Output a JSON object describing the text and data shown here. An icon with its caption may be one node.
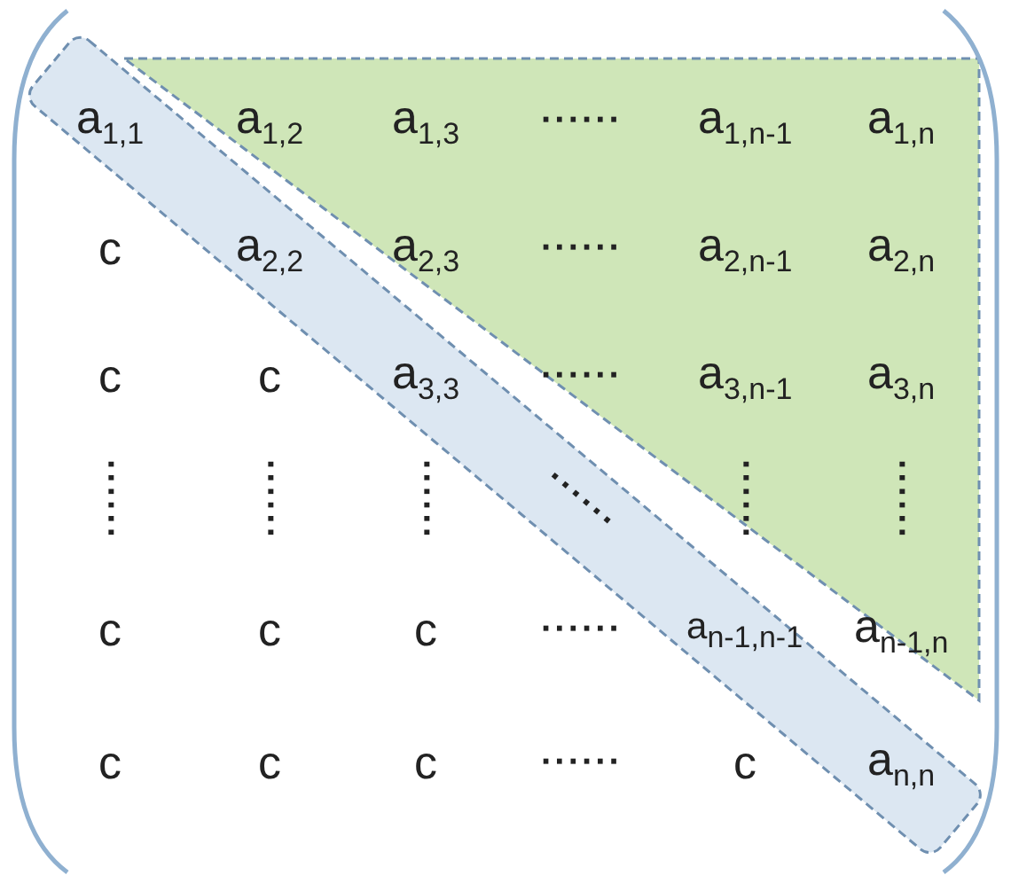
{
  "diagram": {
    "labels": [
      "a$_{1,1}$",
      "a$_{1,2}$",
      "a$_{1,3}$",
      "······",
      "a$_{1,n-1}$",
      "a$_{1,n}$",
      "c",
      "a$_{2,2}$",
      "a$_{2,3}$",
      "······",
      "a$_{2,n-1}$",
      "a$_{2,n}$",
      "c",
      "c",
      "a$_{3,3}$",
      "······",
      "a$_{3,n-1}$",
      "a$_{3,n}$",
      "······",
      "······",
      "······",
      "······",
      "······",
      "······",
      "c",
      "c",
      "c",
      "······",
      "a$_{n-1,n-1}$",
      "a$_{n-1,n}$",
      "c",
      "c",
      "c",
      "······",
      "c",
      "a$_{n,n}$"
    ]
  }
}
